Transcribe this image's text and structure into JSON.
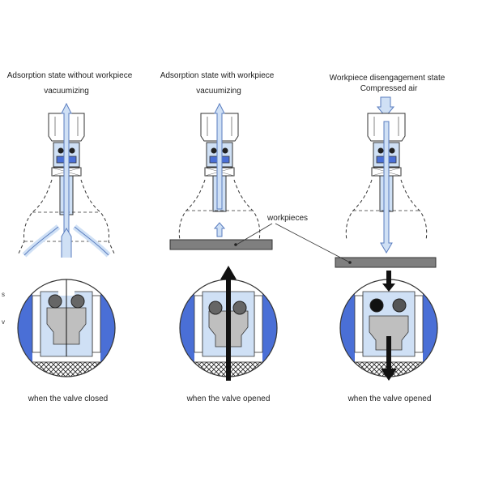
{
  "columns": [
    {
      "title": "Adsorption state without workpiece",
      "sub": "vacuumizing",
      "caption": "when the valve closed"
    },
    {
      "title": "Adsorption state with workpiece",
      "sub": "vacuumizing",
      "caption": "when the valve opened"
    },
    {
      "title": "Workpiece disengagement state",
      "sub": "Compressed air",
      "caption": "when the valve opened"
    }
  ],
  "workpiece_label": "workpieces",
  "colors": {
    "blue_body": "#4a6fd6",
    "light_blue": "#cfe0f5",
    "grey": "#9a9a9a",
    "plate": "#7f7f7f"
  }
}
